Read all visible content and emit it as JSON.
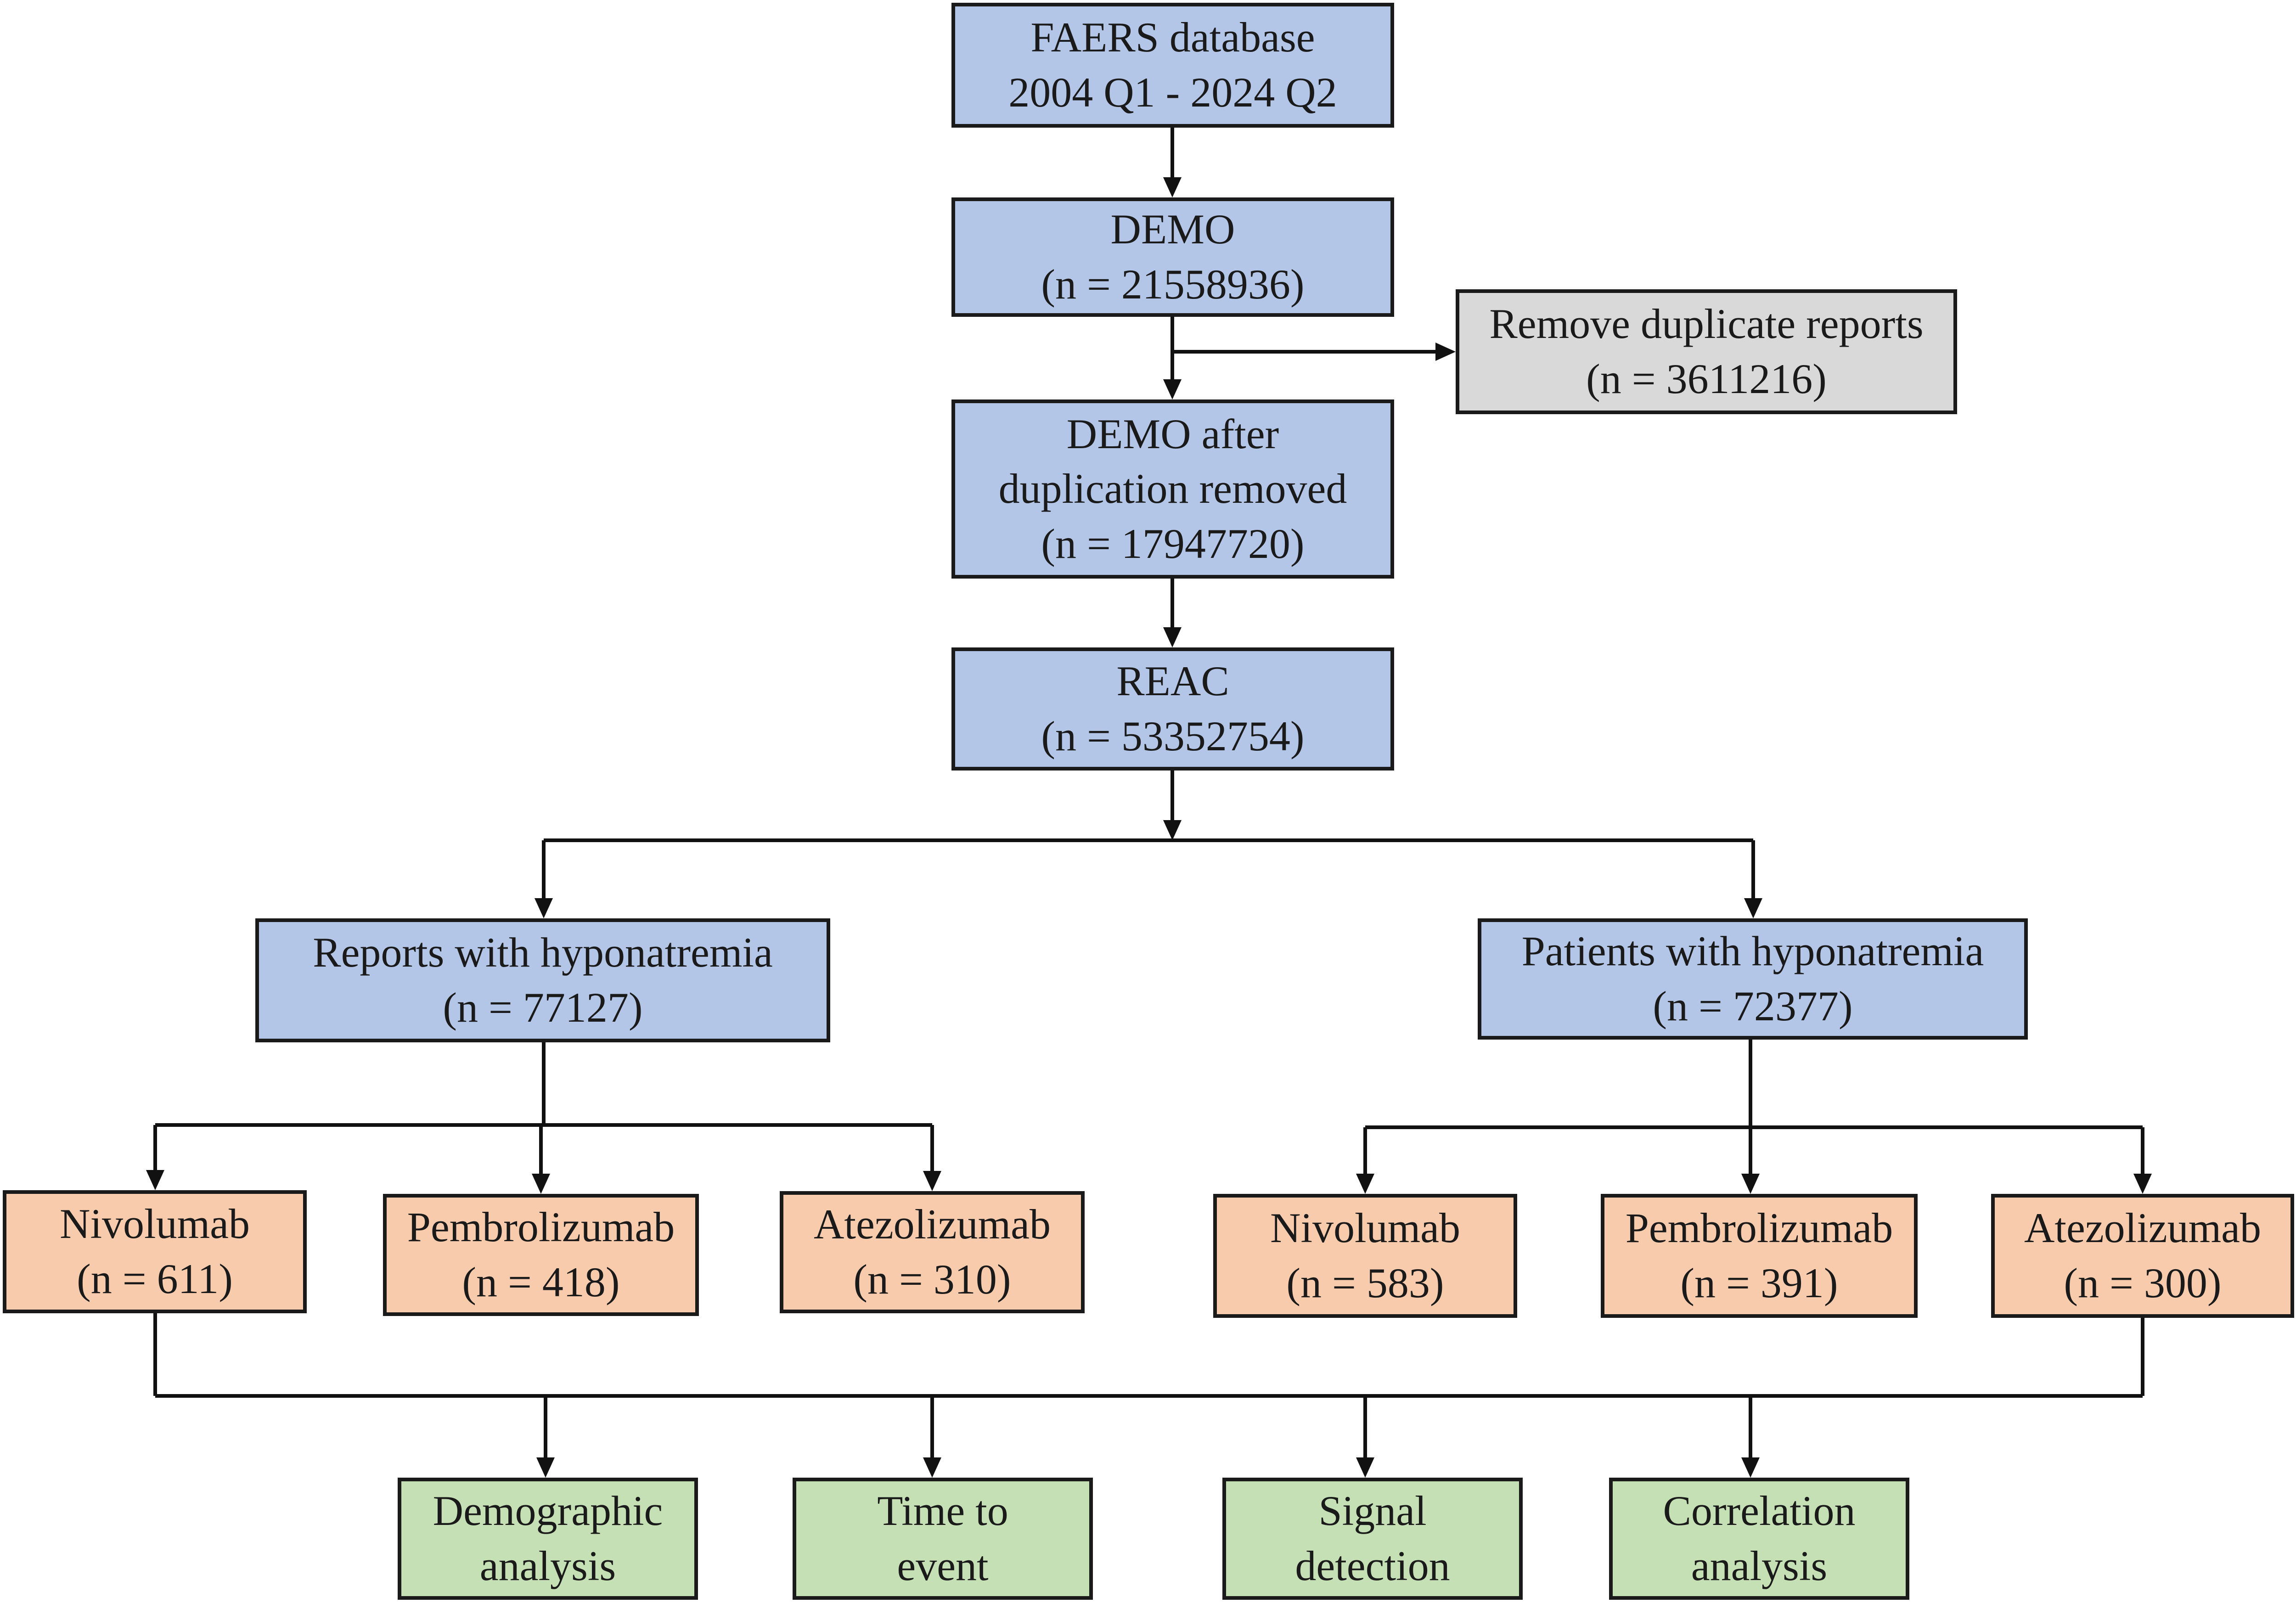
{
  "nodes": {
    "faers": {
      "lines": [
        "FAERS database",
        "2004 Q1 - 2024 Q2"
      ]
    },
    "demo": {
      "lines": [
        "DEMO",
        "(n = 21558936)"
      ]
    },
    "remove_dup": {
      "lines": [
        "Remove duplicate reports",
        "(n = 3611216)"
      ]
    },
    "demo_after": {
      "lines": [
        "DEMO after",
        "duplication removed",
        "(n = 17947720)"
      ]
    },
    "reac": {
      "lines": [
        "REAC",
        "(n = 53352754)"
      ]
    },
    "reports": {
      "lines": [
        "Reports with hyponatremia",
        "(n = 77127)"
      ]
    },
    "patients": {
      "lines": [
        "Patients with hyponatremia",
        "(n = 72377)"
      ]
    },
    "r_nivo": {
      "lines": [
        "Nivolumab",
        "(n = 611)"
      ]
    },
    "r_pembro": {
      "lines": [
        "Pembrolizumab",
        "(n = 418)"
      ]
    },
    "r_atezo": {
      "lines": [
        "Atezolizumab",
        "(n = 310)"
      ]
    },
    "p_nivo": {
      "lines": [
        "Nivolumab",
        "(n = 583)"
      ]
    },
    "p_pembro": {
      "lines": [
        "Pembrolizumab",
        "(n = 391)"
      ]
    },
    "p_atezo": {
      "lines": [
        "Atezolizumab",
        "(n = 300)"
      ]
    },
    "demographic": {
      "lines": [
        "Demographic",
        "analysis"
      ]
    },
    "time_event": {
      "lines": [
        "Time to",
        "event"
      ]
    },
    "signal": {
      "lines": [
        "Signal",
        "detection"
      ]
    },
    "correlation": {
      "lines": [
        "Correlation",
        "analysis"
      ]
    }
  },
  "colors": {
    "stage_fill": "#b4c6e7",
    "excluded_fill": "#d9d9d9",
    "drug_fill": "#f8cbad",
    "analysis_fill": "#c5e0b4",
    "border": "#1a1a1a"
  }
}
